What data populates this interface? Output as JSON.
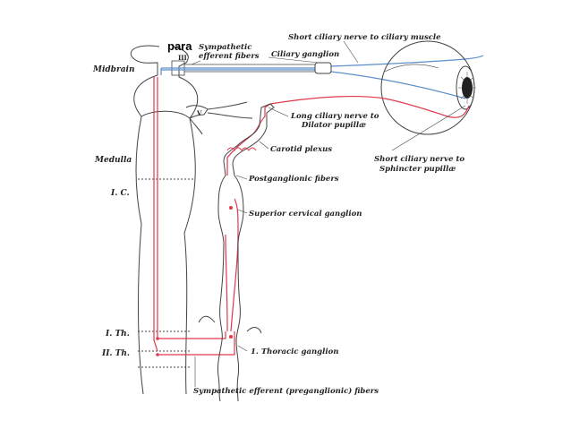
{
  "overlay_text": "para",
  "labels": {
    "sympathetic_efferent": [
      "Sympathetic",
      "efferent fibers"
    ],
    "short_ciliary_muscle": "Short ciliary nerve to ciliary muscle",
    "ciliary_ganglion": "Ciliary ganglion",
    "midbrain": "Midbrain",
    "iii": "III",
    "v": "V",
    "long_ciliary": [
      "Long ciliary nerve to",
      "Dilator pupillæ"
    ],
    "carotid_plexus": "Carotid plexus",
    "short_ciliary_sphincter": [
      "Short ciliary nerve to",
      "Sphincter pupillæ"
    ],
    "medulla": "Medulla",
    "postganglionic": "Postganglionic fibers",
    "ic": "I. C.",
    "superior_cervical": "Superior cervical ganglion",
    "ith": "I. Th.",
    "iith": "II. Th.",
    "thoracic_ganglion": "1. Thoracic ganglion",
    "preganglionic": "Sympathetic efferent (preganglionic) fibers"
  },
  "colors": {
    "parasympathetic": "#5b8fc9",
    "sympathetic": "#e0394d",
    "outline": "#444444",
    "text": "#222222"
  }
}
